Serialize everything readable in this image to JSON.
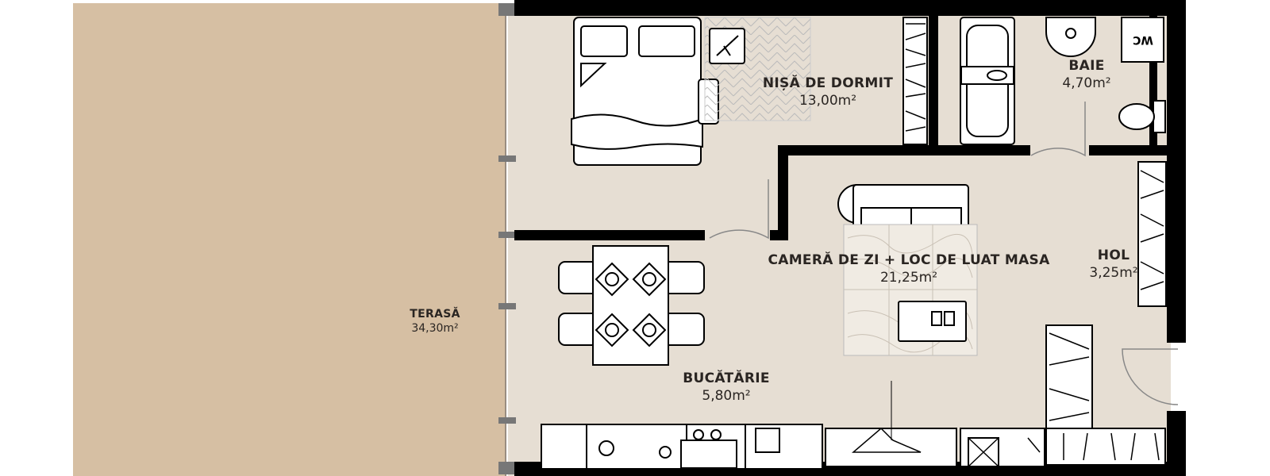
{
  "colors": {
    "terrace": "#d6bfa3",
    "floor": "#e6ded3",
    "wall": "#000000",
    "text": "#2a2522"
  },
  "rooms": [
    {
      "id": "terasa",
      "name": "TERASĂ",
      "area": "34,30m²"
    },
    {
      "id": "nisa",
      "name": "NIȘĂ DE DORMIT",
      "area": "13,00m²"
    },
    {
      "id": "baie",
      "name": "BAIE",
      "area": "4,70m²"
    },
    {
      "id": "living",
      "name": "CAMERĂ DE ZI + LOC DE LUAT MASA",
      "area": "21,25m²"
    },
    {
      "id": "hol",
      "name": "HOL",
      "area": "3,25m²"
    },
    {
      "id": "bucatarie",
      "name": "BUCĂTĂRIE",
      "area": "5,80m²"
    }
  ],
  "fixtures": {
    "wc_label": "WC"
  }
}
